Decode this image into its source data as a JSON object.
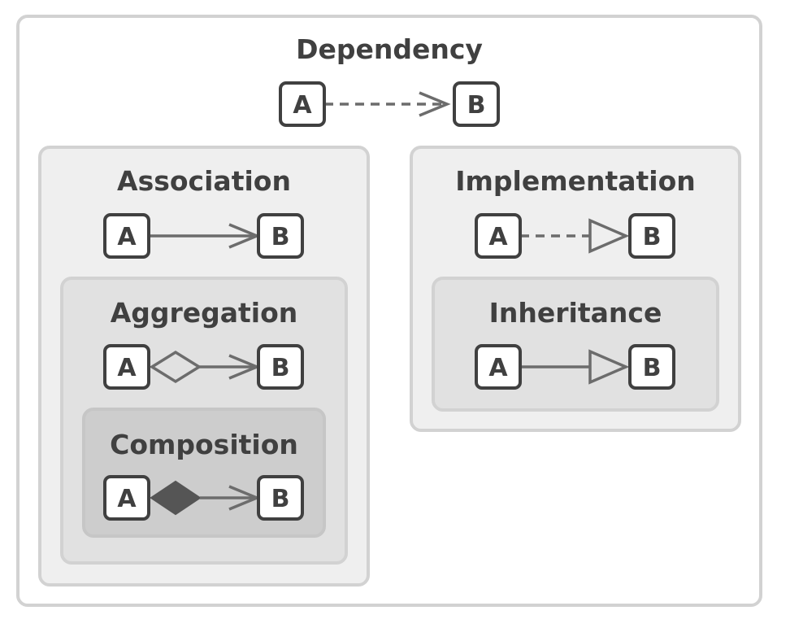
{
  "dependency": {
    "title": "Dependency",
    "from": "A",
    "to": "B"
  },
  "association": {
    "title": "Association",
    "from": "A",
    "to": "B"
  },
  "aggregation": {
    "title": "Aggregation",
    "from": "A",
    "to": "B"
  },
  "composition": {
    "title": "Composition",
    "from": "A",
    "to": "B"
  },
  "implementation": {
    "title": "Implementation",
    "from": "A",
    "to": "B"
  },
  "inheritance": {
    "title": "Inheritance",
    "from": "A",
    "to": "B"
  }
}
